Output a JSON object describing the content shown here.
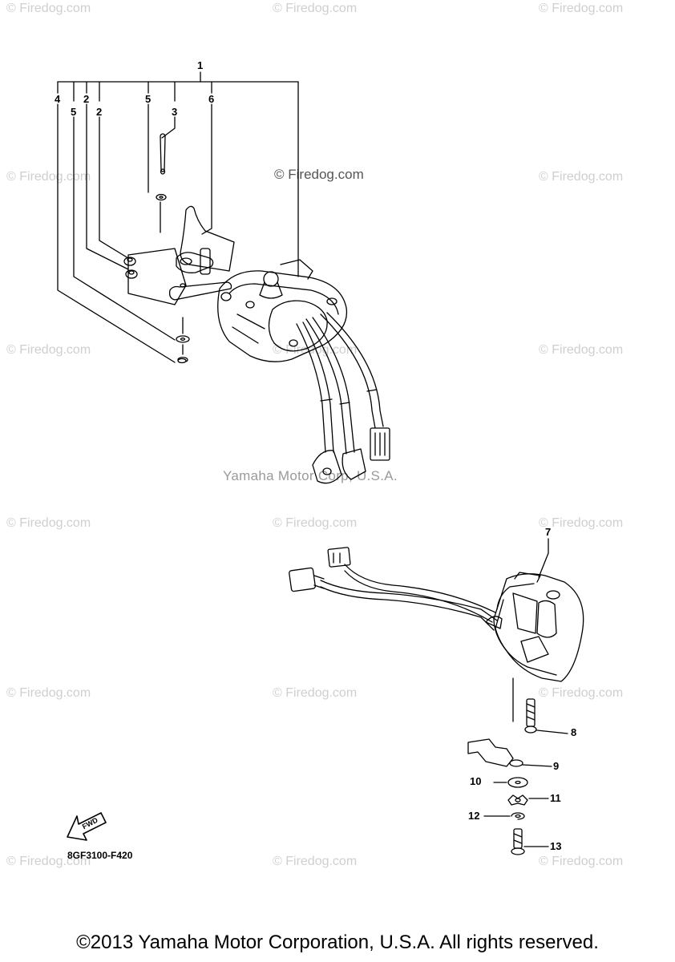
{
  "watermarks": {
    "small": "© Firedog.com",
    "diagram_label": "© Firedog.com",
    "center": "Yamaha Motor Corp, U.S.A."
  },
  "callouts": {
    "c1": "1",
    "c2a": "2",
    "c2b": "2",
    "c3": "3",
    "c4": "4",
    "c5a": "5",
    "c5b": "5",
    "c6": "6",
    "c7": "7",
    "c8": "8",
    "c9": "9",
    "c10": "10",
    "c11": "11",
    "c12": "12",
    "c13": "13"
  },
  "fwd_label": "FWD",
  "part_code": "8GF3100-F420",
  "footer": "©2013 Yamaha Motor Corporation, U.S.A. All rights reserved."
}
